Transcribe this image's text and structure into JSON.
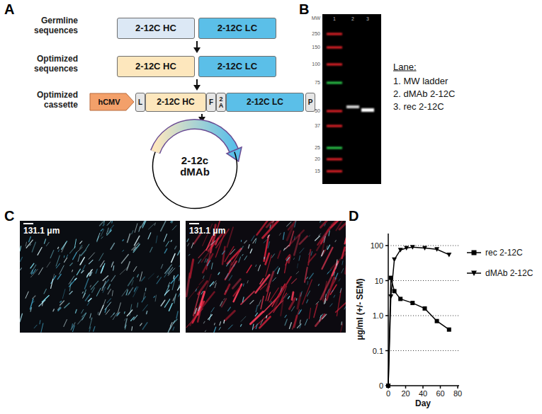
{
  "diagram": {
    "nodes": [
      {
        "text": [
          "2-12C HC"
        ]
      },
      {
        "text": [
          "2-12C LC"
        ]
      },
      {
        "text": [
          "2-12C HC"
        ]
      },
      {
        "text": [
          "2-12C LC"
        ]
      },
      {
        "text": [
          "hCMV"
        ]
      },
      {
        "text": [
          "L"
        ]
      },
      {
        "text": [
          "2-12C HC"
        ]
      },
      {
        "text": [
          "F"
        ]
      },
      {
        "text": [
          "2A"
        ]
      },
      {
        "text": [
          "2-12C LC"
        ]
      },
      {
        "text": [
          "P"
        ]
      },
      {
        "text": [
          "2-12c dMAb"
        ]
      }
    ],
    "labels": [
      "A",
      "Germline sequences",
      "Optimized sequences",
      "Optimized cassette",
      "B",
      "MW",
      "250",
      "150",
      "100",
      "75",
      "50",
      "37",
      "25",
      "20",
      "15",
      "1",
      "2",
      "3",
      "Lane:",
      "1. MW ladder",
      "2. dMAb 2-12C",
      "3. rec 2-12C",
      "C",
      "131.1 μm",
      "131.1 μm",
      "D",
      "100",
      "10",
      "1.0",
      "0.1",
      "0",
      "0",
      "20",
      "40",
      "60",
      "80",
      "μg/ml (+/- SEM)",
      "Day"
    ],
    "legend": [
      {
        "text": "rec 2-12C"
      },
      {
        "text": "dMAb 2-12C"
      }
    ]
  }
}
